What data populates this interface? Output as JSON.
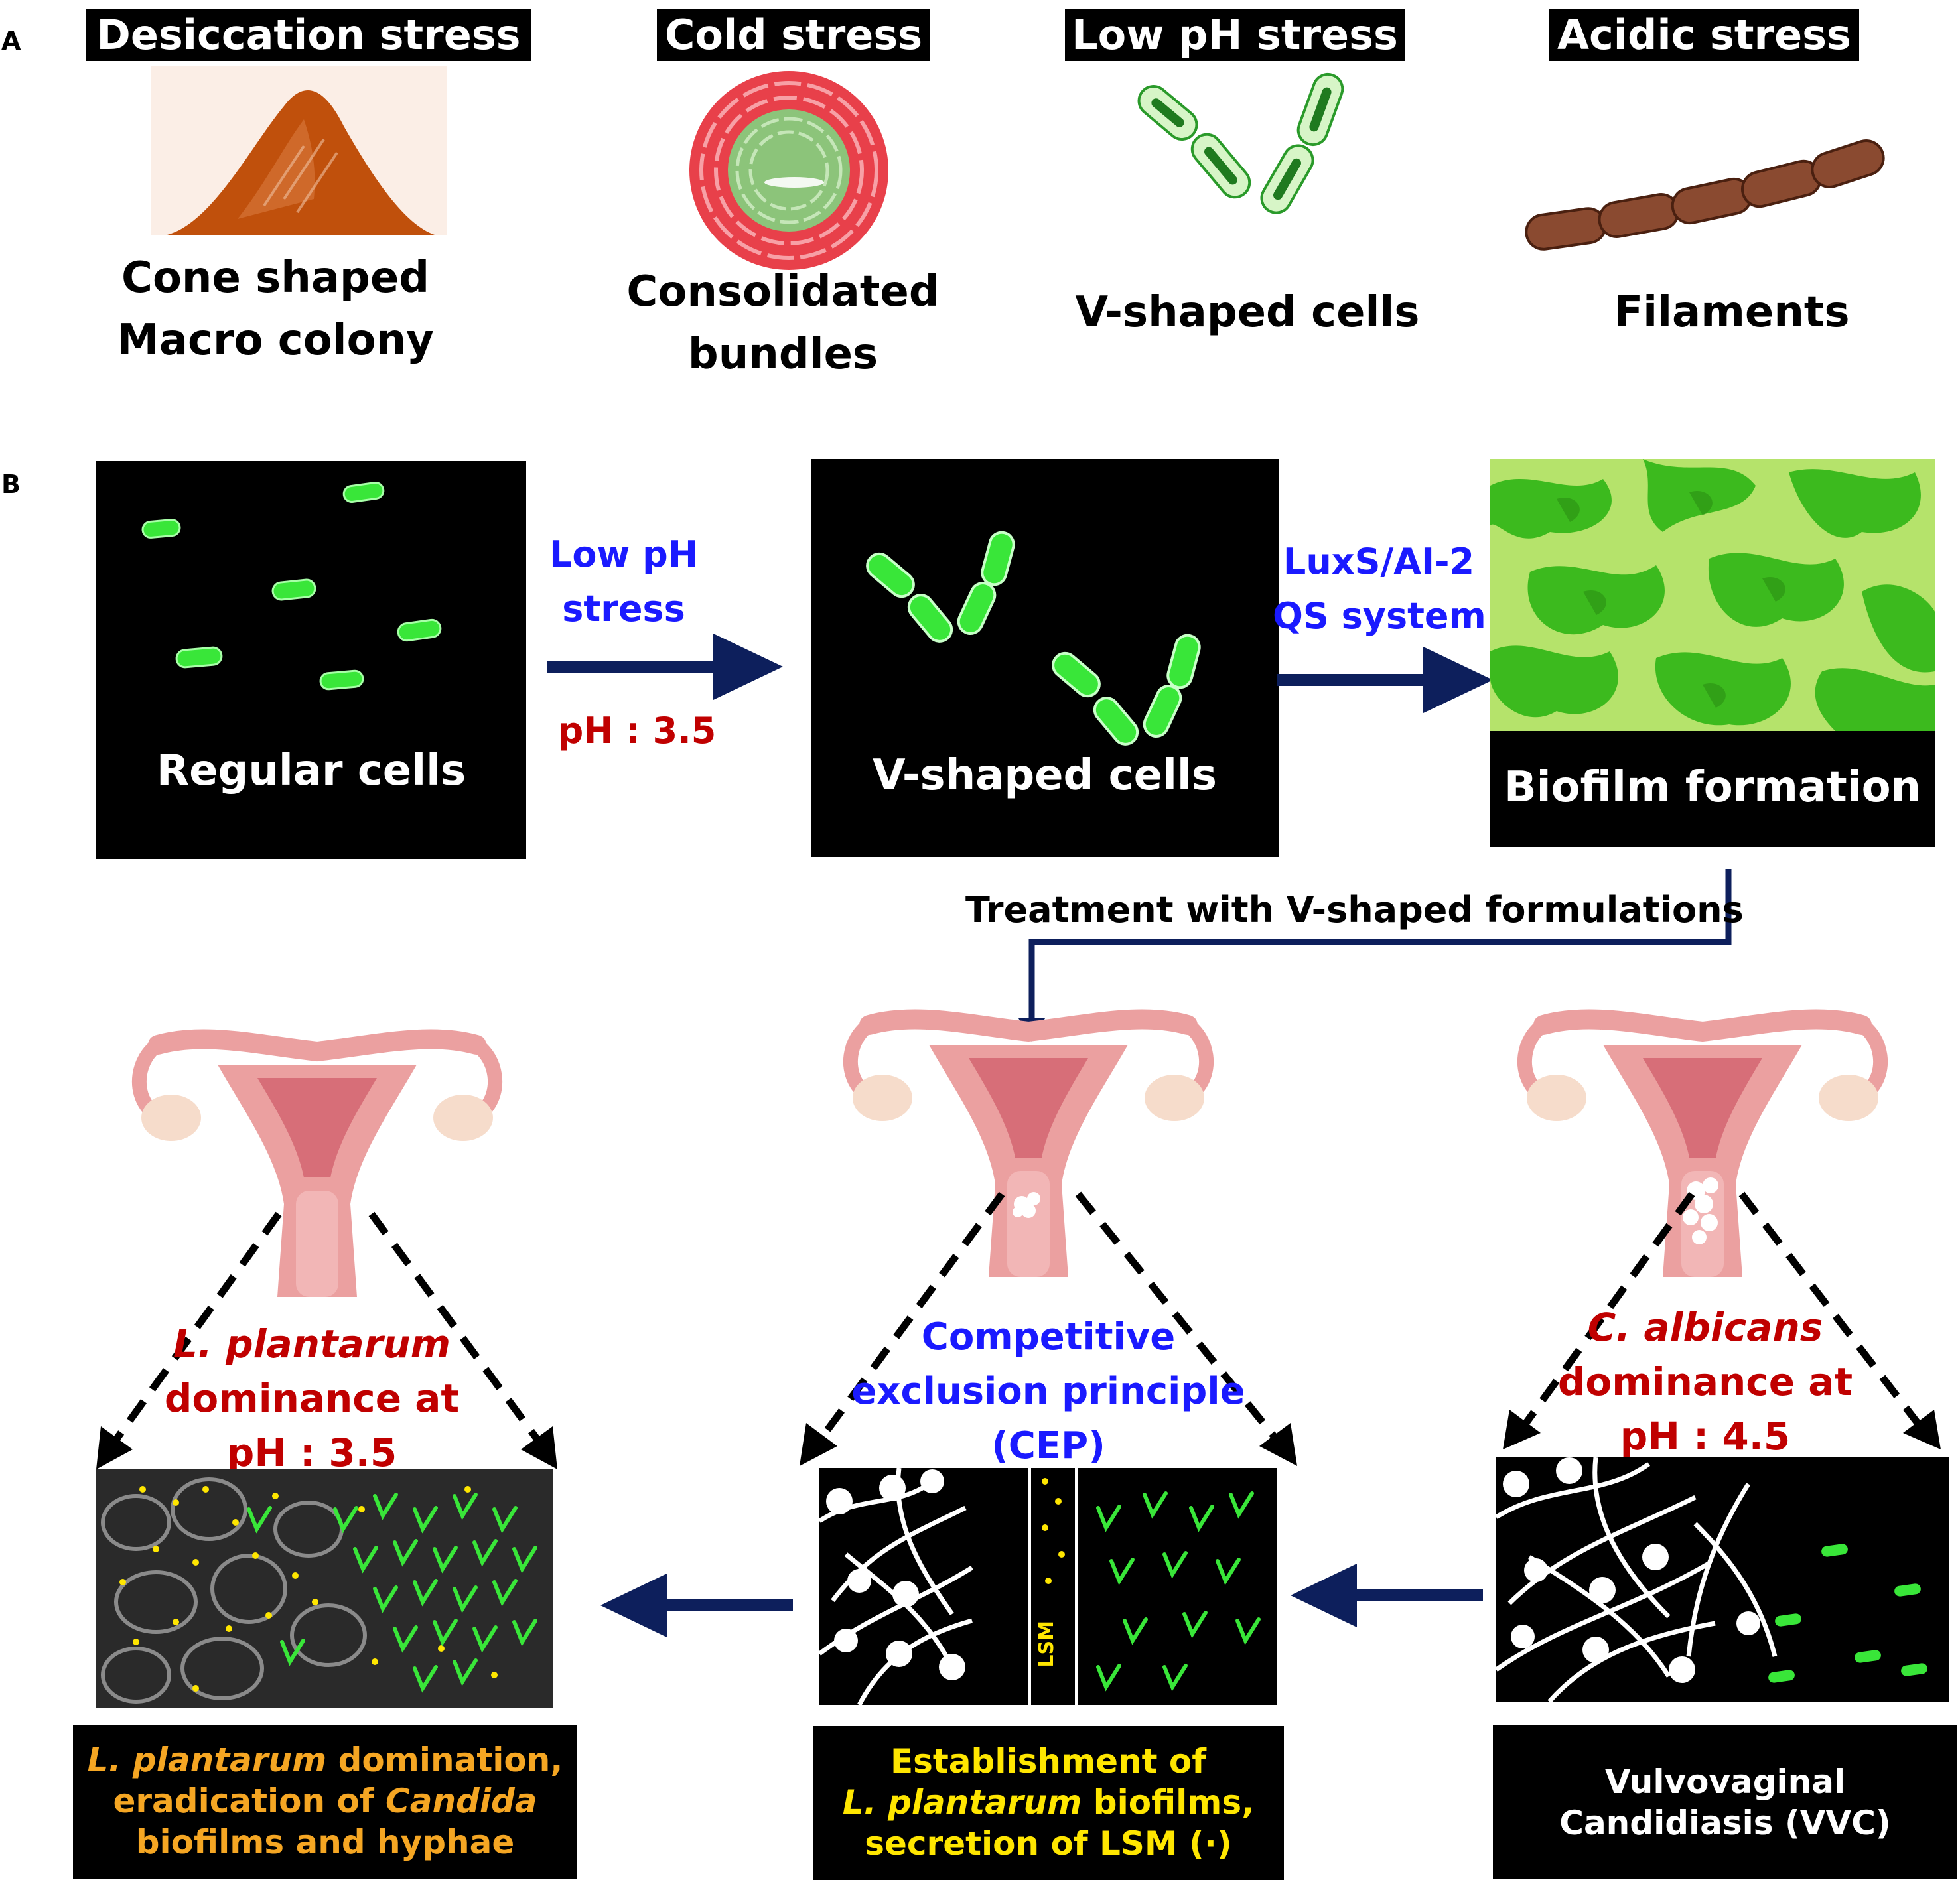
{
  "panel_a": {
    "letter": "A",
    "items": [
      {
        "title": "Desiccation stress",
        "label_lines": [
          "Cone shaped",
          "Macro colony"
        ]
      },
      {
        "title": "Cold stress",
        "label_lines": [
          "Consolidated",
          "bundles"
        ]
      },
      {
        "title": "Low pH stress",
        "label_lines": [
          "V-shaped cells"
        ]
      },
      {
        "title": "Acidic stress",
        "label_lines": [
          "Filaments"
        ]
      }
    ]
  },
  "panel_b": {
    "letter": "B",
    "regular_cells": "Regular cells",
    "vshaped_cells": "V-shaped cells",
    "biofilm_formation": "Biofilm formation",
    "arrow1_text": [
      "Low pH",
      "stress"
    ],
    "arrow1_ph": "pH : 3.5",
    "arrow2_text": [
      "LuxS/AI-2",
      "QS system"
    ],
    "treatment": "Treatment with V-shaped formulations",
    "left_dominance": {
      "italic": "L. plantarum",
      "lines": [
        "dominance at",
        "pH : 3.5"
      ]
    },
    "center_text": [
      "Competitive",
      "exclusion principle",
      "(CEP)"
    ],
    "right_dominance": {
      "italic": "C. albicans",
      "lines": [
        "dominance at",
        "pH : 4.5"
      ]
    },
    "lsm_label": "LSM",
    "caption_left": {
      "l1_italic": "L. plantarum",
      "l1_rest": " domination,",
      "l2_rest": "eradication of ",
      "l2_italic": "Candida",
      "l3": "biofilms and hyphae"
    },
    "caption_center": {
      "l1": "Establishment of",
      "l2_italic": "L. plantarum",
      "l2_rest": " biofilms,",
      "l3": "secretion of LSM (·)"
    },
    "caption_right": {
      "l1": "Vulvovaginal",
      "l2": "Candidiasis (VVC)"
    }
  },
  "colors": {
    "arrow_navy": "#0d1f5c",
    "blue_text": "#1a1aff",
    "red_text": "#c00000",
    "caption_yellow": "#ffe600",
    "caption_orange": "#f5a623",
    "cell_green": "#39e639",
    "colony_orange": "#c0500c",
    "cold_red": "#e8404a",
    "uterus_pink": "#eba0a0"
  }
}
